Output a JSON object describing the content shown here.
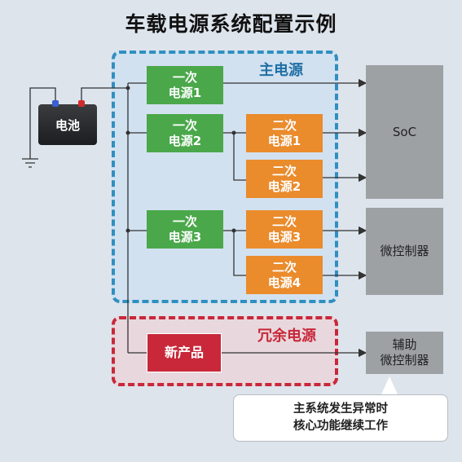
{
  "title": "车载电源系统配置示例",
  "zones": {
    "main_label": "主电源",
    "redundant_label": "冗余电源"
  },
  "battery": {
    "label": "电池"
  },
  "primary_supplies": [
    {
      "line1": "一次",
      "line2": "电源1"
    },
    {
      "line1": "一次",
      "line2": "电源2"
    },
    {
      "line1": "一次",
      "line2": "电源3"
    }
  ],
  "secondary_supplies": [
    {
      "line1": "二次",
      "line2": "电源1"
    },
    {
      "line1": "二次",
      "line2": "电源2"
    },
    {
      "line1": "二次",
      "line2": "电源3"
    },
    {
      "line1": "二次",
      "line2": "电源4"
    }
  ],
  "new_product": {
    "label": "新产品"
  },
  "loads": {
    "soc": "SoC",
    "mcu": "微控制器",
    "aux_line1": "辅助",
    "aux_line2": "微控制器"
  },
  "note": {
    "line1": "主系统发生异常时",
    "line2": "核心功能继续工作"
  },
  "colors": {
    "primary": "#4aa84a",
    "secondary": "#ea8b2c",
    "new_product": "#c8283a",
    "main_zone": "#2f8fc0",
    "redundant_zone": "#c8283a",
    "load": "#9ea1a4"
  }
}
